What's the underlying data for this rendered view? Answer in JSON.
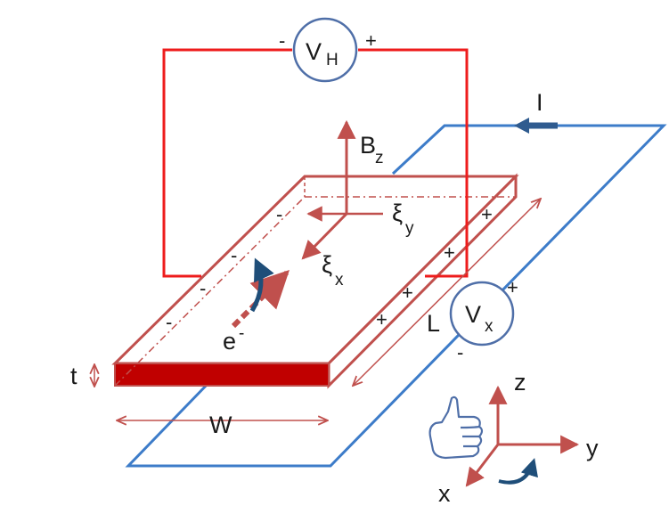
{
  "diagram": {
    "voltmeter_hall": {
      "label": "V",
      "subscript": "H",
      "neg": "-",
      "pos": "+"
    },
    "voltmeter_x": {
      "label": "V",
      "subscript": "x",
      "neg": "-",
      "pos": "+"
    },
    "current": {
      "label": "I"
    },
    "magnetic_field": {
      "label": "B",
      "subscript": "z"
    },
    "field_y": {
      "label": "ξ",
      "subscript": "y"
    },
    "field_x": {
      "label": "ξ",
      "subscript": "x"
    },
    "electron": {
      "label": "e",
      "superscript": "-"
    },
    "thickness": {
      "label": "t"
    },
    "width": {
      "label": "W"
    },
    "length": {
      "label": "L"
    },
    "neg_charges": [
      "-",
      "-",
      "-",
      "-",
      "-"
    ],
    "pos_charges": [
      "+",
      "+",
      "+",
      "+"
    ],
    "axes": {
      "z": "z",
      "y": "y",
      "x": "x"
    },
    "colors": {
      "hall_circuit": "#ee1c1c",
      "current_circuit": "#3d7cc9",
      "slab": "#c0504d",
      "slab_front": "#c00000",
      "electron_path": "#1f4e79",
      "current_arrow": "#2f5b8f"
    }
  }
}
